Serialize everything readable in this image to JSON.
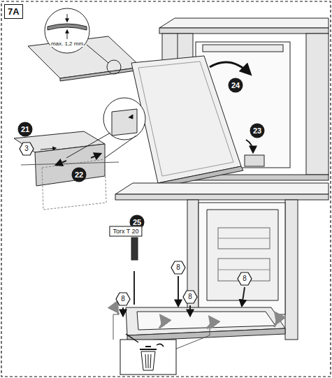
{
  "diagram": {
    "labels": [
      "7A",
      "max. 1,2 mm",
      "21",
      "3",
      "22",
      "24",
      "23",
      "25",
      "Torx T 20",
      "8",
      "8",
      "8",
      "8"
    ]
  }
}
